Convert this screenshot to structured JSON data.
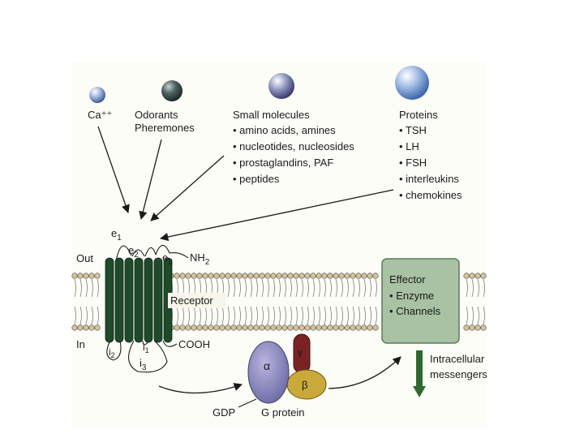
{
  "ligands": [
    {
      "lines": [
        "Ca⁺⁺"
      ]
    },
    {
      "lines": [
        "Odorants",
        "Pheremones"
      ]
    },
    {
      "lines": [
        "Small molecules",
        "• amino acids, amines",
        "• nucleotides, nucleosides",
        "• prostaglandins, PAF",
        "• peptides"
      ]
    },
    {
      "lines": [
        "Proteins",
        "• TSH",
        "• LH",
        "• FSH",
        "• interleukins",
        "• chemokines"
      ]
    }
  ],
  "membrane": {
    "out_label": "Out",
    "in_label": "In"
  },
  "receptor": {
    "label": "Receptor",
    "nh2": "NH",
    "nh2_sub": "2",
    "cooh": "COOH",
    "loops": {
      "e1": "e",
      "e1_sub": "1",
      "e2": "e",
      "e2_sub": "2",
      "e3": "e",
      "e3_sub": "3",
      "i1": "i",
      "i1_sub": "1",
      "i2": "i",
      "i2_sub": "2",
      "i3": "i",
      "i3_sub": "3"
    }
  },
  "g_protein": {
    "label": "G protein",
    "gdp": "GDP",
    "alpha": "α",
    "beta": "β",
    "gamma": "γ"
  },
  "effector": {
    "lines": [
      "Effector",
      "• Enzyme",
      "• Channels"
    ]
  },
  "intracellular": {
    "lines": [
      "Intracellular",
      "messengers"
    ]
  },
  "colors": {
    "helix": "#1e4b2a",
    "alpha": "#8a86bd",
    "beta": "#c9a93a",
    "gamma": "#7a2323",
    "effector_fill": "#a8c2a3",
    "effector_stroke": "#5d7a59",
    "membrane_head": "#d6c39a",
    "messenger_arrow": "#2e6a2e"
  }
}
